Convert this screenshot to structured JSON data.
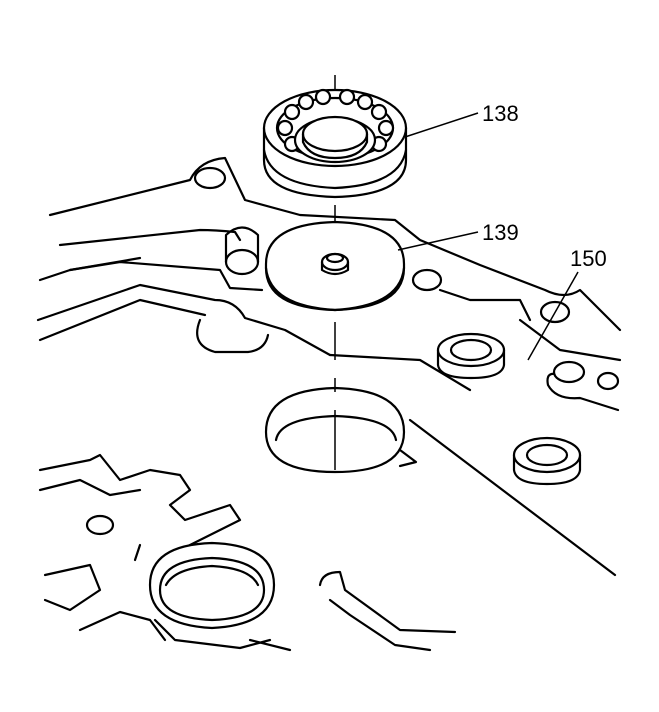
{
  "callouts": [
    {
      "id": "138",
      "label": "138"
    },
    {
      "id": "139",
      "label": "139"
    },
    {
      "id": "150",
      "label": "150"
    }
  ],
  "parts": {
    "bearing": "138",
    "plate": "139",
    "housing": "150"
  }
}
